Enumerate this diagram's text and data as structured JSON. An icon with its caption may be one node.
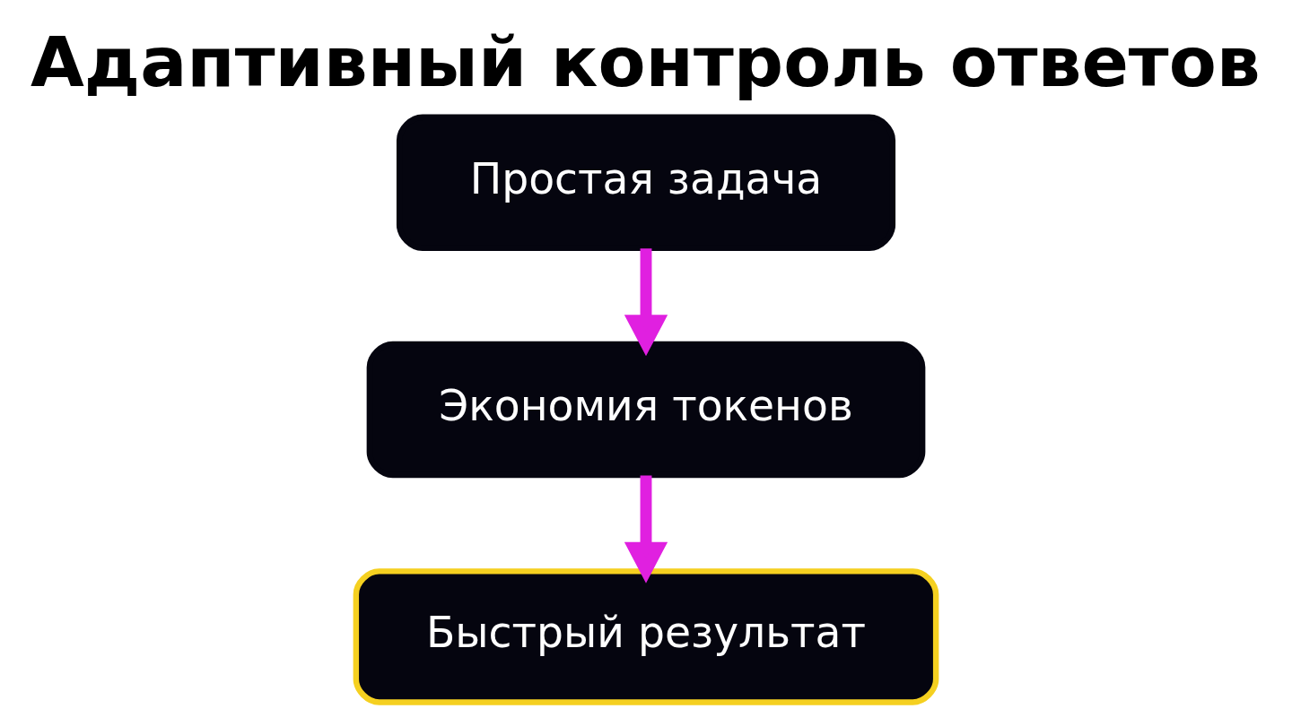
{
  "diagram": {
    "title": "Адаптивный контроль ответов",
    "nodes": [
      {
        "text": [
          "Простая задача"
        ]
      },
      {
        "text": [
          "Экономия токенов"
        ]
      },
      {
        "text": [
          "Быстрый результат"
        ]
      }
    ],
    "edges": [
      {
        "from": 0,
        "to": 1,
        "arrow": "to"
      },
      {
        "from": 1,
        "to": 2,
        "arrow": "to"
      }
    ]
  }
}
